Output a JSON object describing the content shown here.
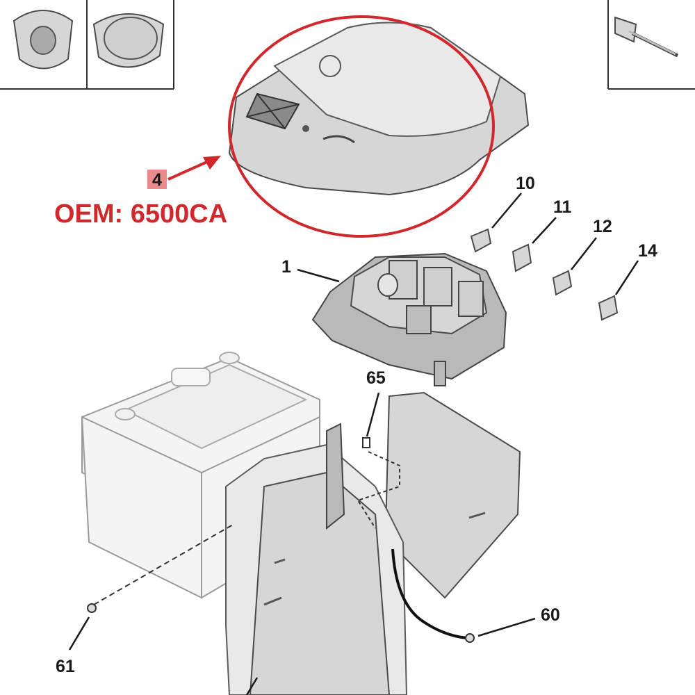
{
  "diagram": {
    "accent_color": "#d0282c",
    "highlight": {
      "part_number": "4",
      "oem_text": "OEM: 6500CA"
    },
    "part_labels": {
      "p10": "10",
      "p11": "11",
      "p12": "12",
      "p14": "14",
      "p1": "1",
      "p65": "65",
      "p60": "60",
      "p61": "61"
    }
  }
}
